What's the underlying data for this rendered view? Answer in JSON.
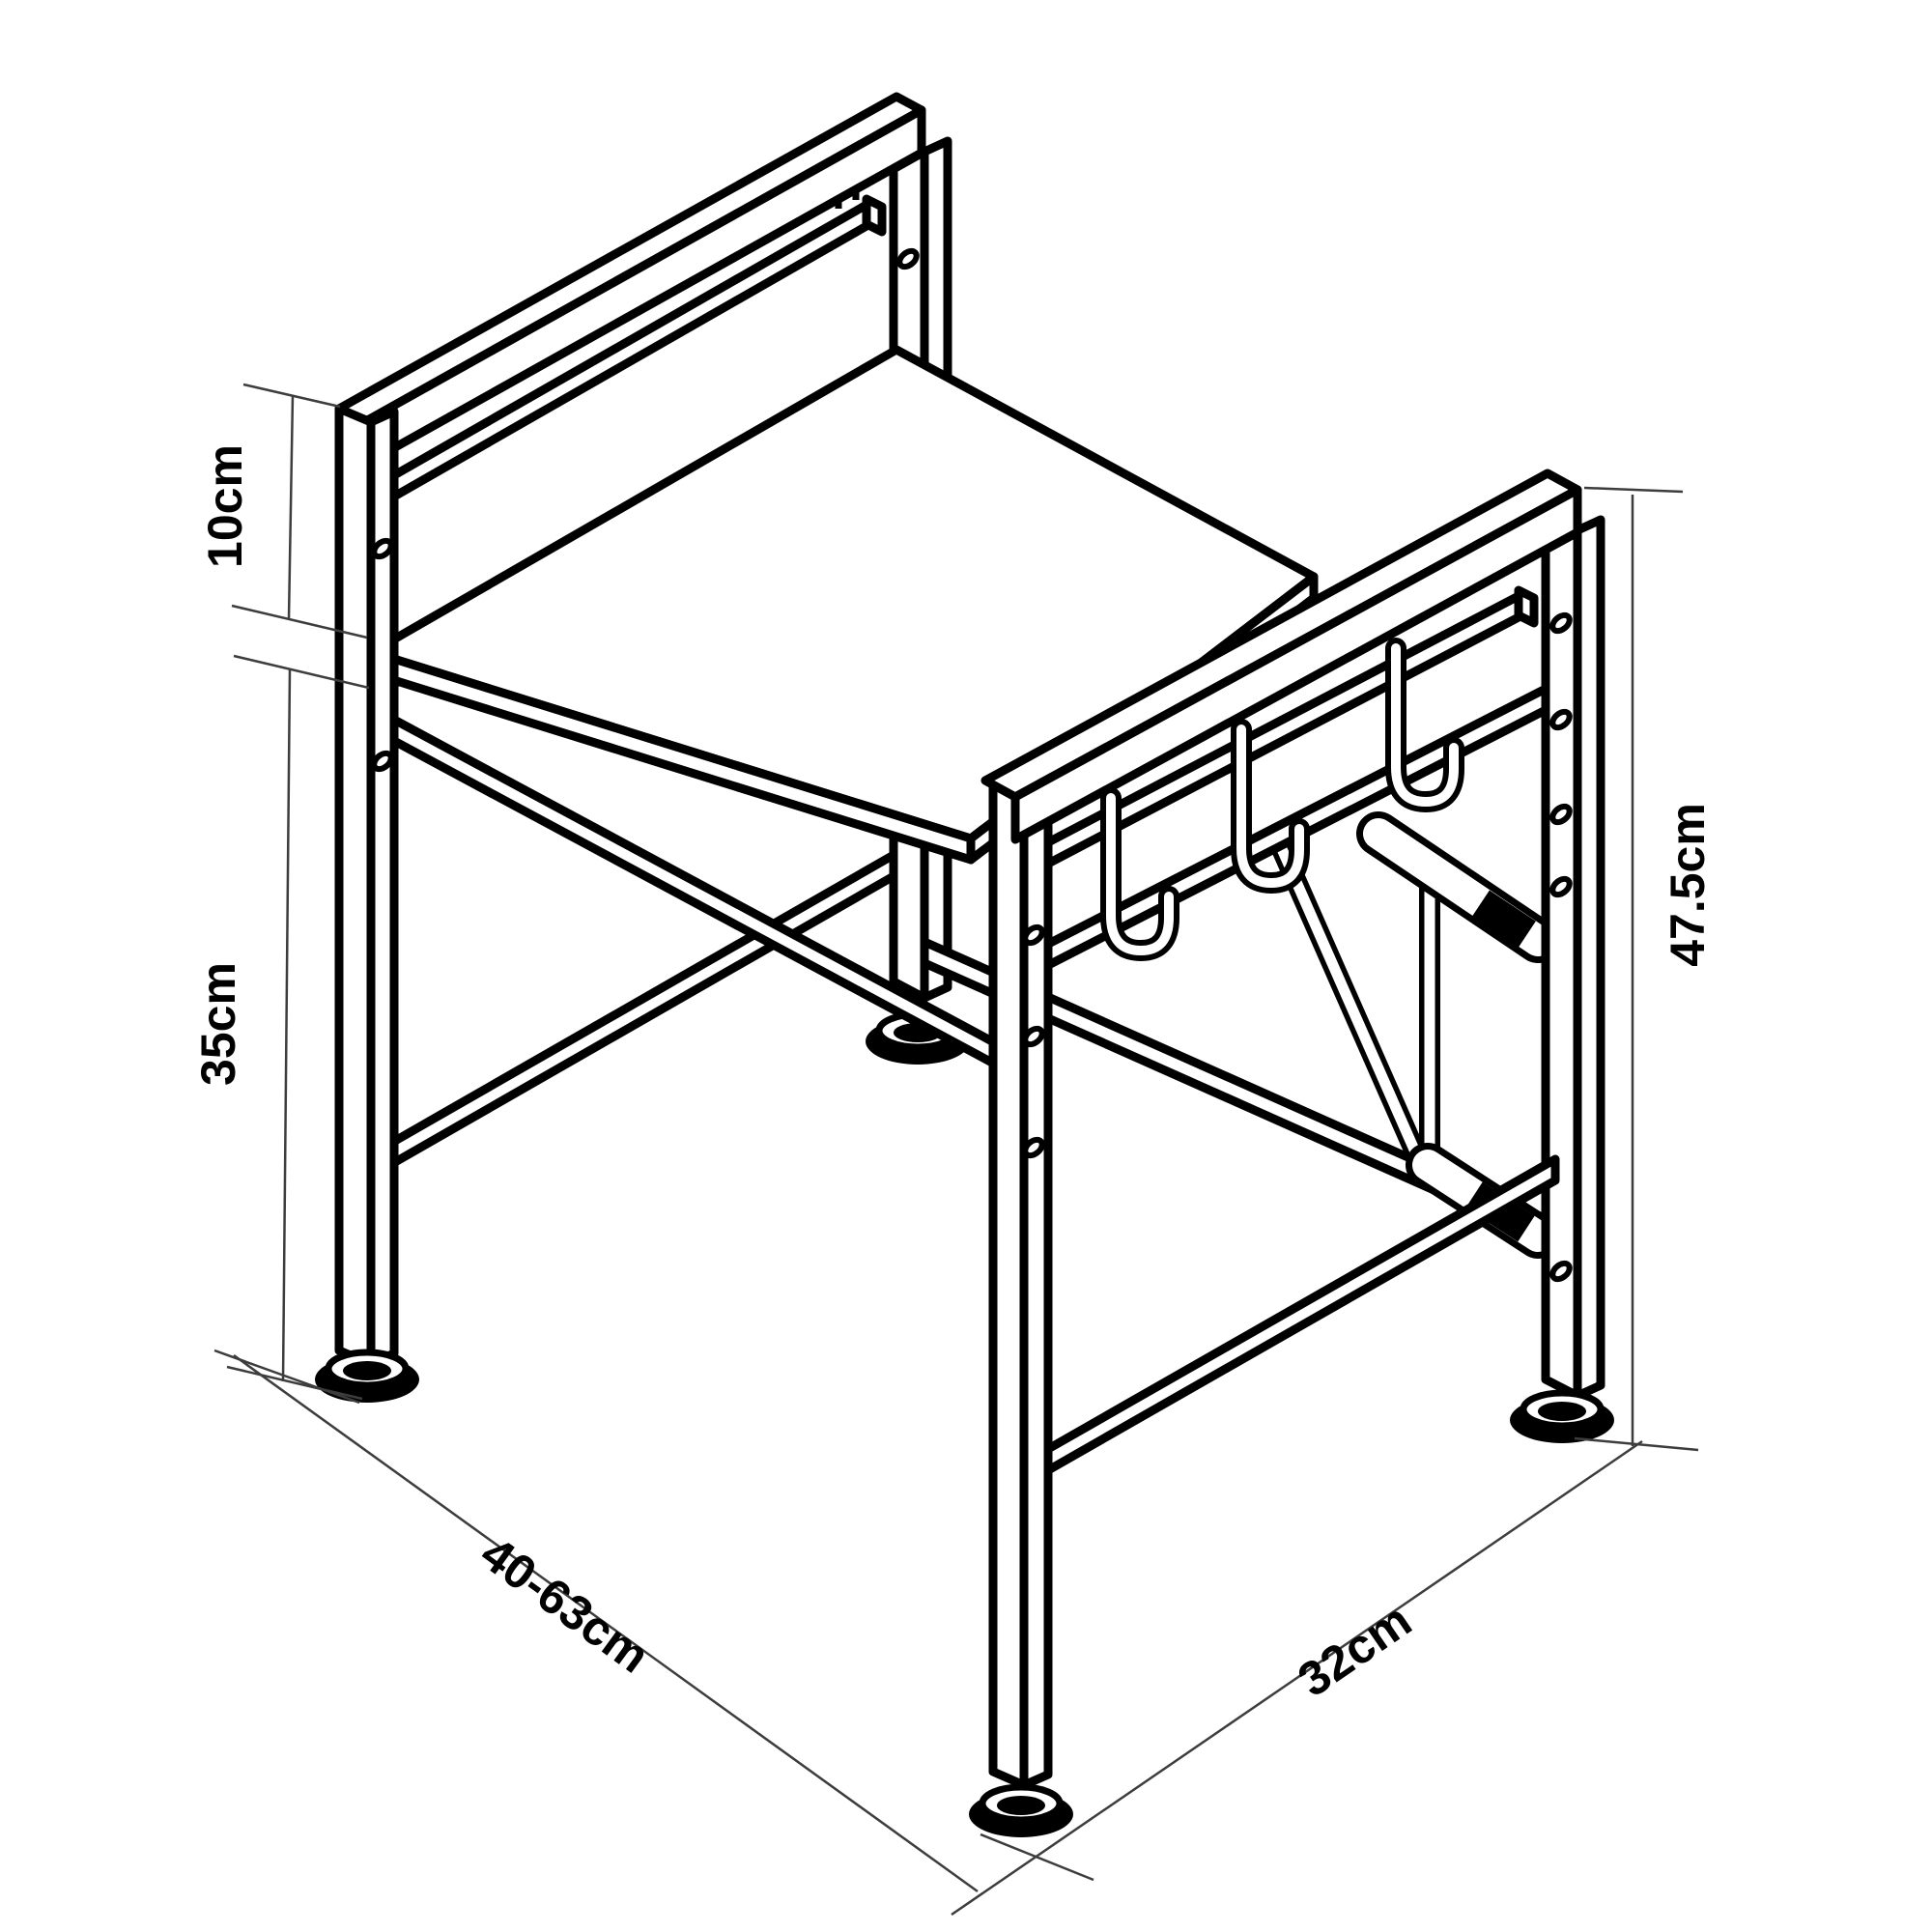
{
  "diagram": {
    "background": "#ffffff",
    "line_color": "#000000",
    "dimension_line_color": "#3d3d3d",
    "foot_pad_color": "#000000",
    "labels": {
      "top_section_height": "10cm",
      "under_shelf_height": "35cm",
      "extendable_width": "40-63cm",
      "depth": "32cm",
      "overall_height": "47.5cm"
    }
  }
}
